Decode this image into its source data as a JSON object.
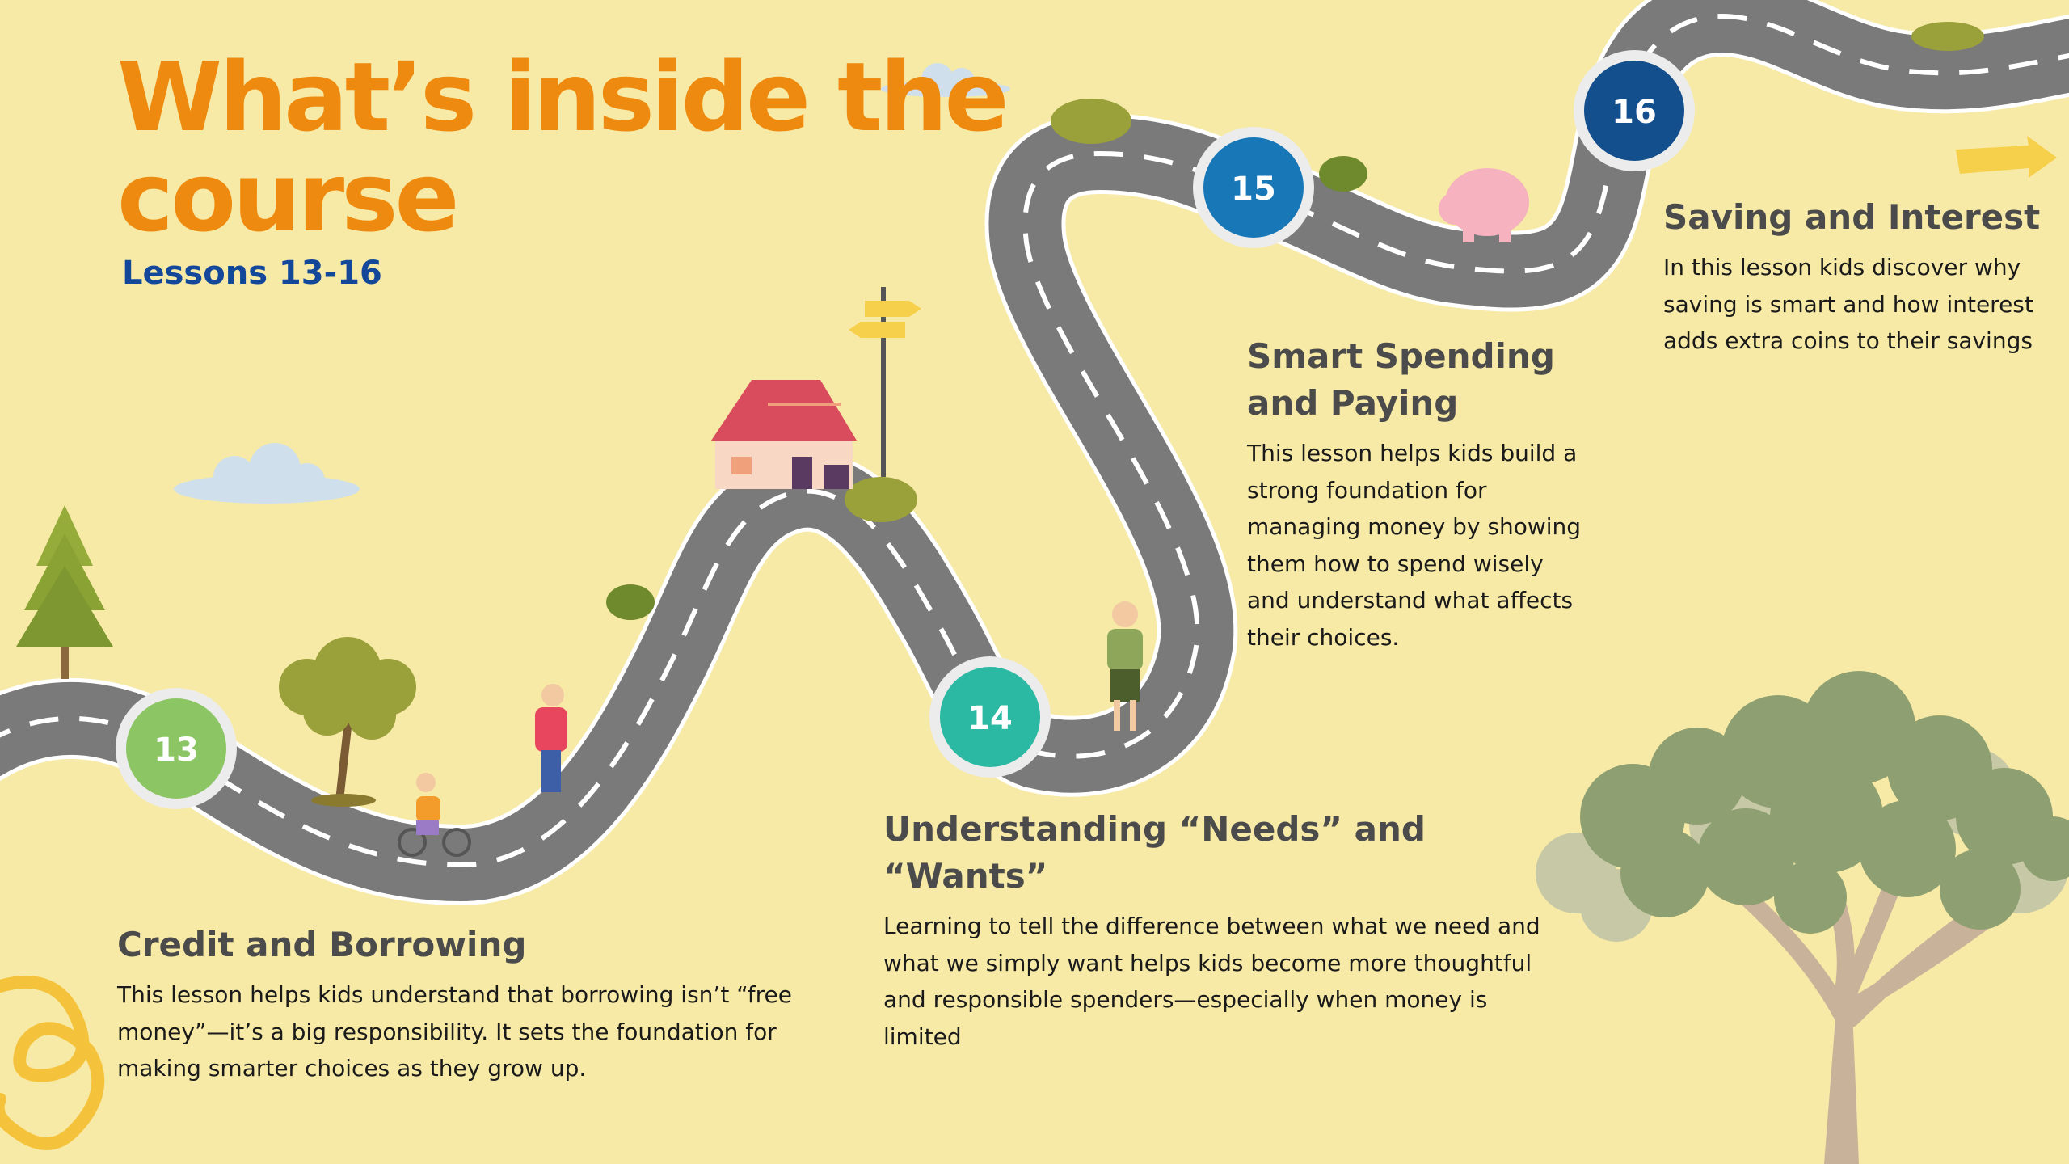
{
  "header": {
    "title_line1": "What’s inside the",
    "title_line2": "course",
    "subtitle": "Lessons 13-16"
  },
  "colors": {
    "background": "#f7eaa6",
    "title": "#ee8a0f",
    "subtitle": "#13479a",
    "road": "#7a7a7a",
    "marker_13": "#8cc563",
    "marker_14": "#2cb9a3",
    "marker_15": "#1877b7",
    "marker_16": "#134f8c"
  },
  "markers": [
    {
      "number": "13",
      "color": "#8cc563"
    },
    {
      "number": "14",
      "color": "#2cb9a3"
    },
    {
      "number": "15",
      "color": "#1877b7"
    },
    {
      "number": "16",
      "color": "#134f8c"
    }
  ],
  "lessons": [
    {
      "title": "Credit and Borrowing",
      "description": "This lesson helps kids understand that borrowing isn’t “free money”—it’s a big responsibility. It sets the foundation for making smarter choices as they grow up."
    },
    {
      "title": "Understanding “Needs” and “Wants”",
      "description": "Learning to tell the difference between what we need and what we simply want helps kids become more thoughtful and responsible spenders—especially when money is limited"
    },
    {
      "title": "Smart Spending and Paying",
      "description": "This lesson helps kids build a strong foundation for managing money by showing them how to spend wisely and understand what affects their choices."
    },
    {
      "title": "Saving and Interest",
      "description": "In this lesson kids discover why saving is smart and how interest adds extra coins to their savings"
    }
  ],
  "illustrations": [
    "pine-tree-icon",
    "bush-tree-icon",
    "cloud-icon",
    "house-icon",
    "signpost-icon",
    "child-on-bike-icon",
    "girl-icon",
    "boy-icon",
    "piggy-bank-icon",
    "arrow-icon",
    "acacia-tree-icon",
    "scribble-icon"
  ]
}
